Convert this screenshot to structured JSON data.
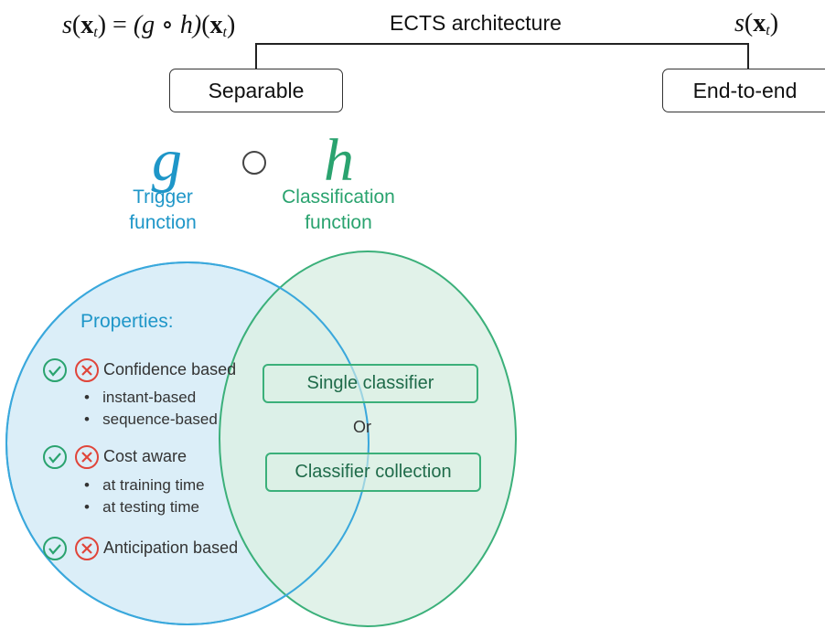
{
  "header": {
    "left_formula": {
      "lhs_fn": "s",
      "lhs_x": "x",
      "sub": "t",
      "eq": "=",
      "op": "(g ∘ h)"
    },
    "title": "ECTS architecture",
    "right_formula": {
      "fn": "s",
      "x": "x",
      "sub": "t"
    }
  },
  "branches": {
    "separable": "Separable",
    "end_to_end": "End-to-end"
  },
  "composition": {
    "g_symbol": "g",
    "compose_symbol": "∘",
    "h_symbol": "h",
    "trigger_label_1": "Trigger",
    "trigger_label_2": "function",
    "classification_label_1": "Classification",
    "classification_label_2": "function"
  },
  "trigger_side": {
    "heading": "Properties:",
    "items": [
      {
        "label": "Confidence based",
        "bullets": [
          "instant-based",
          "sequence-based"
        ]
      },
      {
        "label": "Cost aware",
        "bullets": [
          "at training time",
          "at testing time"
        ]
      },
      {
        "label": "Anticipation based",
        "bullets": []
      }
    ]
  },
  "classification_side": {
    "option_1": "Single classifier",
    "or": "Or",
    "option_2": "Classifier collection"
  },
  "colors": {
    "blue_stroke": "#3aa8dc",
    "blue_fill": "#dbeef8",
    "green_stroke": "#3bb07a",
    "green_fill": "#dcf0e5",
    "check": "#2aa36f",
    "cross": "#e0453a"
  }
}
